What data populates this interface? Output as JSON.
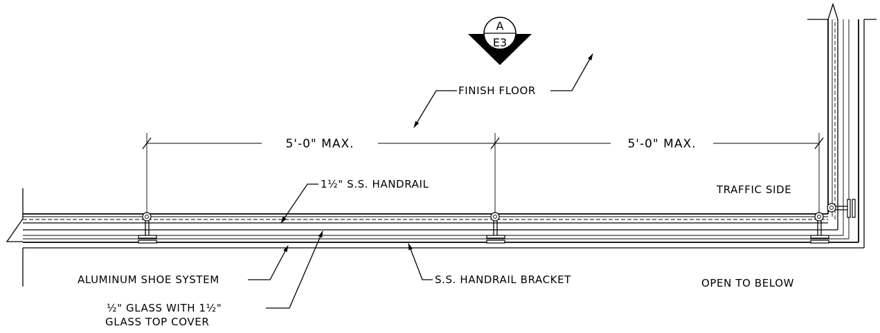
{
  "section_marker": {
    "top": "A",
    "bottom": "E3"
  },
  "labels": {
    "finish_floor": "FINISH FLOOR",
    "dim_left": "5'-0\" MAX.",
    "dim_right": "5'-0\" MAX.",
    "handrail": "1½\" S.S. HANDRAIL",
    "traffic_side": "TRAFFIC SIDE",
    "shoe_system": "ALUMINUM SHOE SYSTEM",
    "bracket": "S.S. HANDRAIL BRACKET",
    "open_below": "OPEN TO BELOW",
    "glass_line1": "½\" GLASS WITH 1½\"",
    "glass_line2": "GLASS TOP COVER"
  }
}
